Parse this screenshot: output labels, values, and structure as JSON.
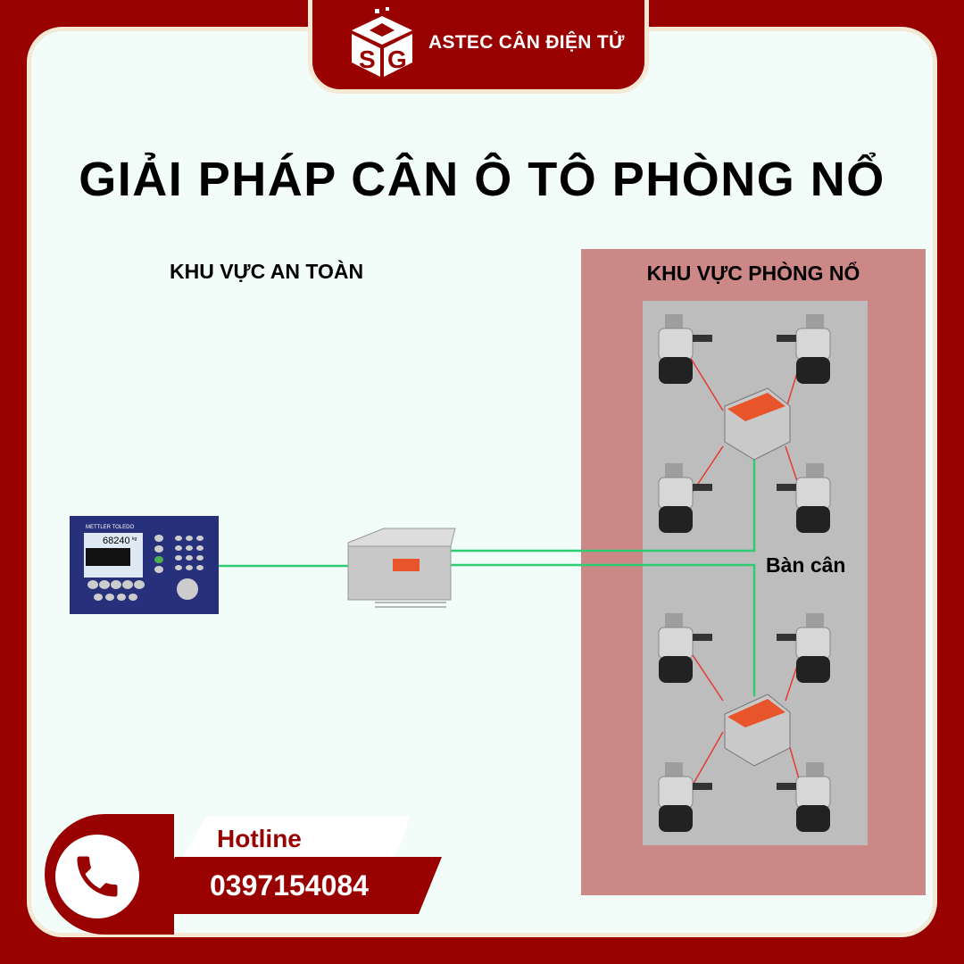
{
  "brand": {
    "name": "ASTEC CÂN ĐIỆN TỬ",
    "logo_text": "SG"
  },
  "title": "GIẢI PHÁP CÂN Ô TÔ PHÒNG NỔ",
  "safe_zone": "KHU VỰC AN TOÀN",
  "hazard_zone": "KHU VỰC PHÒNG NỔ",
  "platform_label": "Bàn cân",
  "indicator": {
    "brand": "METTLER TOLEDO",
    "reading": "68240",
    "unit": "kg"
  },
  "hotline": {
    "label": "Hotline",
    "number": "0397154084"
  },
  "colors": {
    "brand": "#990000",
    "zone": "#cc8787",
    "cable": "#2ecc71",
    "wire": "#e53935"
  }
}
